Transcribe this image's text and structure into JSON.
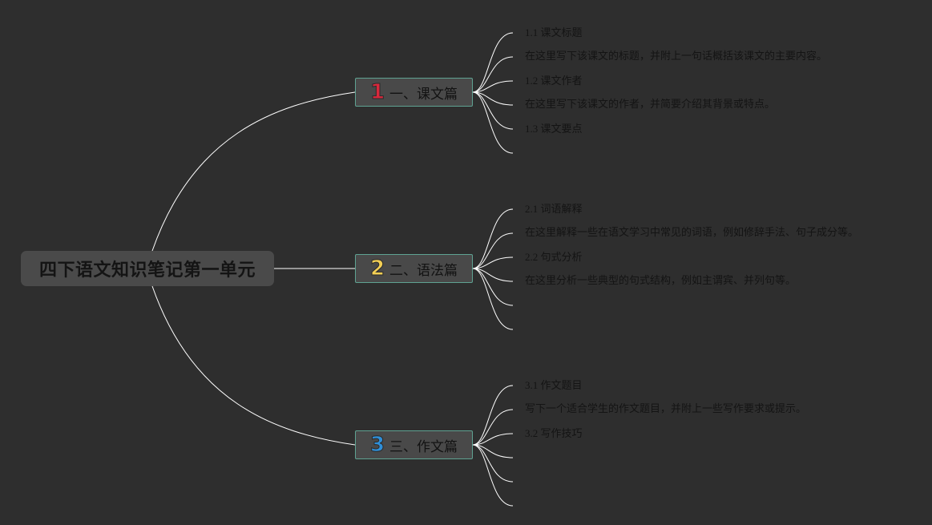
{
  "root": {
    "title": "四下语文知识笔记第一单元"
  },
  "colors": {
    "background": "#2e2e2e",
    "line": "#ffffff",
    "branch_border": "#5fa292",
    "badge_1": "#d8283c",
    "badge_2": "#f3cf55",
    "badge_3": "#2f8fd8"
  },
  "branches": [
    {
      "badge": "1",
      "label": "一、课文篇",
      "items": [
        "1.1 课文标题",
        "在这里写下该课文的标题，并附上一句话概括该课文的主要内容。",
        "1.2 课文作者",
        "在这里写下该课文的作者，并简要介绍其背景或特点。",
        "1.3 课文要点",
        ""
      ]
    },
    {
      "badge": "2",
      "label": "二、语法篇",
      "items": [
        "2.1 词语解释",
        "在这里解释一些在语文学习中常见的词语，例如修辞手法、句子成分等。",
        "2.2 句式分析",
        "在这里分析一些典型的句式结构，例如主谓宾、并列句等。",
        "",
        ""
      ]
    },
    {
      "badge": "3",
      "label": "三、作文篇",
      "items": [
        "3.1 作文题目",
        "写下一个适合学生的作文题目，并附上一些写作要求或提示。",
        "3.2 写作技巧",
        "",
        "",
        ""
      ]
    }
  ]
}
